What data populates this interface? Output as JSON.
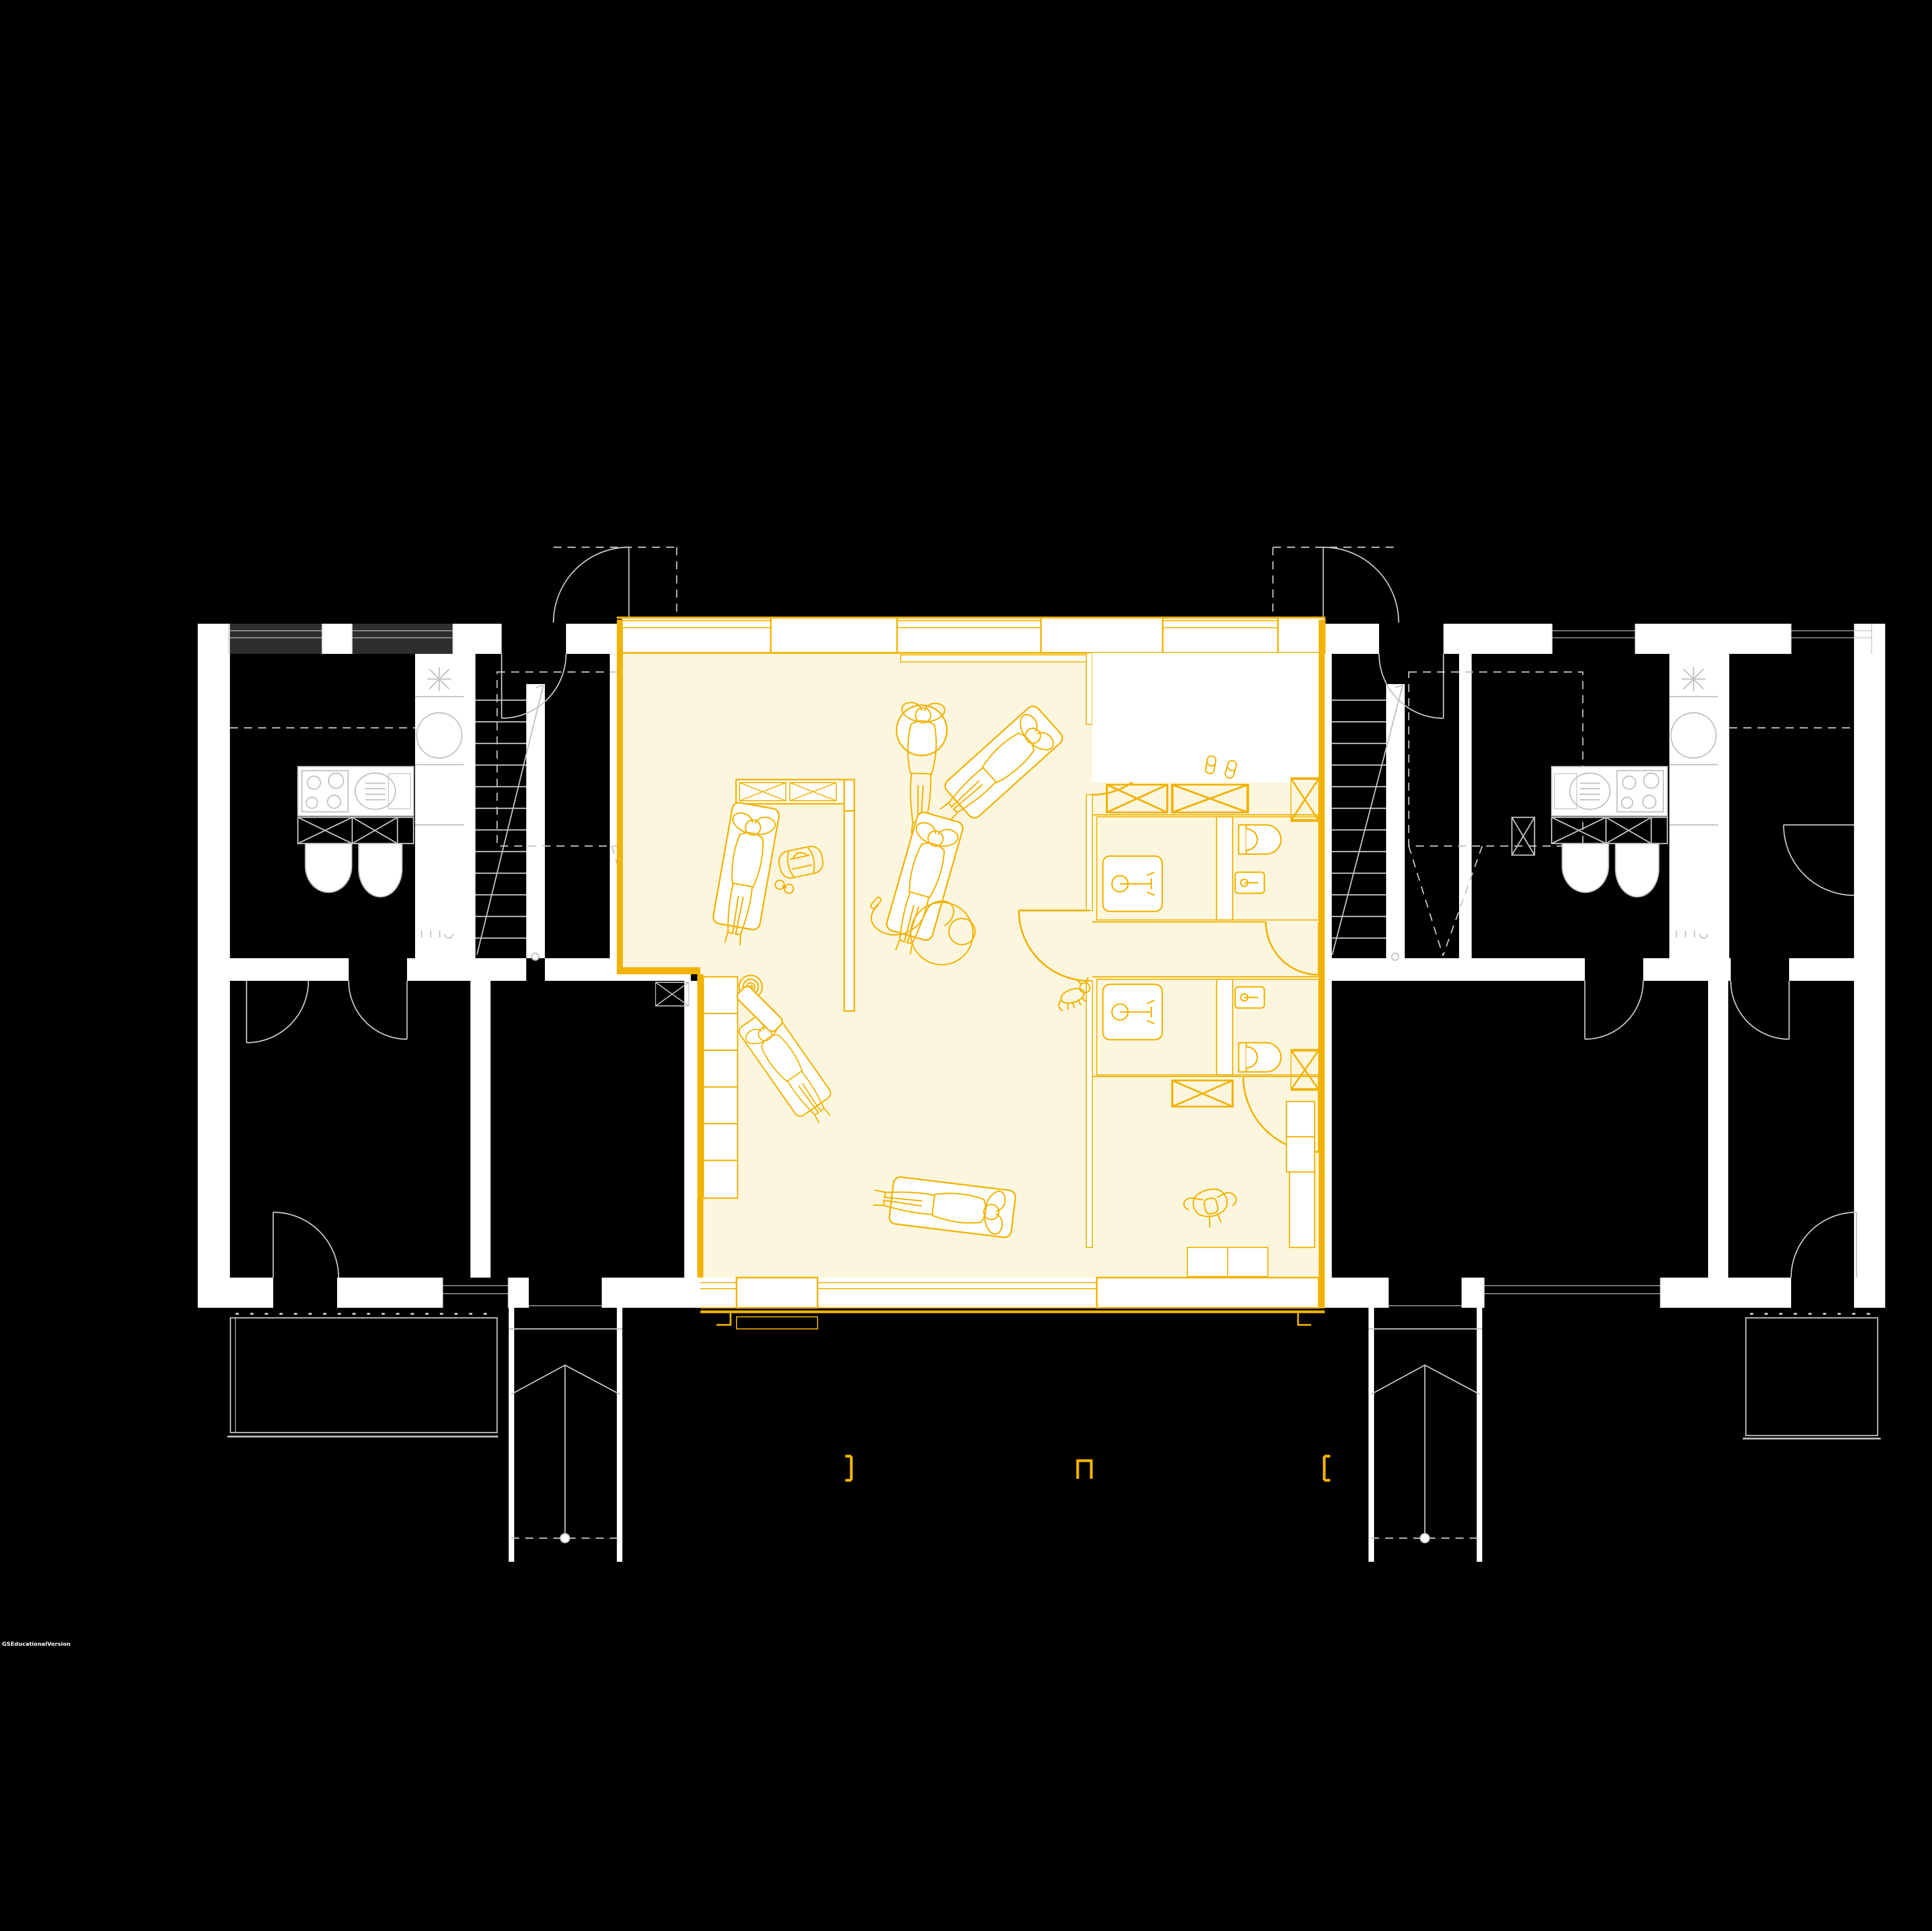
{
  "watermark": {
    "text": "GSEducationalVersion"
  },
  "palette": {
    "background": "#000000",
    "wall_fill": "#ffffff",
    "line_gray": "#c2c2c2",
    "highlight": "#f2b200",
    "highlight_floor": "#fdf6df",
    "tile_line": "#f0ca66"
  },
  "plan": {
    "type": "residential-floor-plan",
    "highlighted_unit": {
      "label": "central-studio-unit",
      "rooms": [
        "open studio",
        "entry room",
        "bathroom upper",
        "bathroom lower",
        "rear room"
      ],
      "occupants": 7,
      "props": [
        "yoga mats",
        "exercise balls",
        "duffel bag",
        "dumbbell",
        "jump rope",
        "rolled mat",
        "slippers",
        "dog",
        "wardrobes",
        "shelf wall",
        "wall closet",
        "wc",
        "hand sinks",
        "shower sinks",
        "tiled floors",
        "window bands"
      ]
    },
    "left_wing": {
      "label": "west-apartment",
      "features": [
        "kitchen counter with hob and sink",
        "tall kitchen unit with fridge",
        "crossed cabinets",
        "two sanitary fixtures",
        "staircase with up-line",
        "door swings",
        "two lower rooms",
        "balcony",
        "entry porch with exterior stair"
      ]
    },
    "right_wing": {
      "label": "east-apartment",
      "features": [
        "staircase with up-line",
        "kitchen counter with hob and sink",
        "tall kitchen unit with fridge",
        "crossed cabinets",
        "two sanitary fixtures",
        "door swings",
        "two lower rooms",
        "balcony",
        "entry porch with exterior stair"
      ]
    },
    "exterior": [
      "canopy door arcs at building top",
      "three awning brackets below the studio",
      "dashed sight lines"
    ]
  }
}
